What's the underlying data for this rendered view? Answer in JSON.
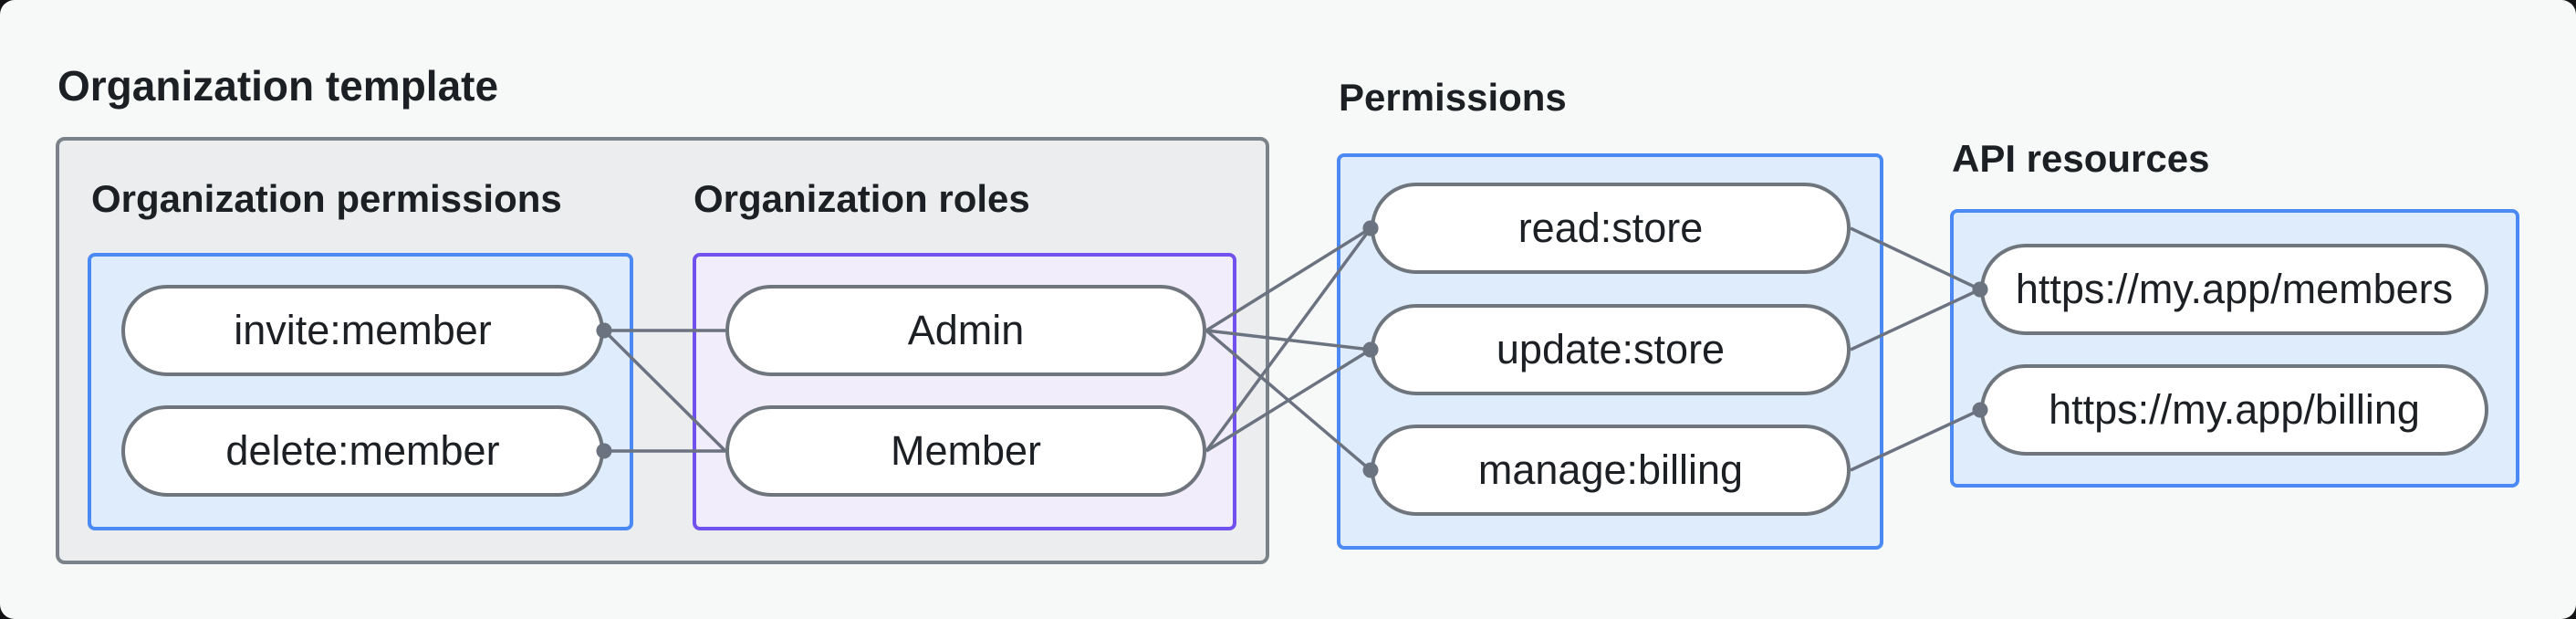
{
  "page": {
    "background": "#f7f8f8",
    "outside_background": "#131316"
  },
  "diagram": {
    "title": "Organization template",
    "colors": {
      "template_fill": "#ecedee",
      "template_border": "#7c828a",
      "blue_fill": "#dfecfb",
      "blue_border": "#4b8af5",
      "purple_fill": "#f2edfb",
      "purple_border": "#7152ee",
      "node_fill": "#ffffff",
      "node_border": "#6f757d",
      "edge": "#6b7280",
      "text": "#1c1f23"
    },
    "sections": {
      "org_permissions": {
        "heading": "Organization permissions",
        "nodes": [
          {
            "id": "invite:member",
            "label": "invite:member"
          },
          {
            "id": "delete:member",
            "label": "delete:member"
          }
        ]
      },
      "org_roles": {
        "heading": "Organization roles",
        "nodes": [
          {
            "id": "Admin",
            "label": "Admin"
          },
          {
            "id": "Member",
            "label": "Member"
          }
        ]
      },
      "permissions": {
        "heading": "Permissions",
        "nodes": [
          {
            "id": "read:store",
            "label": "read:store"
          },
          {
            "id": "update:store",
            "label": "update:store"
          },
          {
            "id": "manage:billing",
            "label": "manage:billing"
          }
        ]
      },
      "api_resources": {
        "heading": "API resources",
        "nodes": [
          {
            "id": "https://my.app/members",
            "label": "https://my.app/members"
          },
          {
            "id": "https://my.app/billing",
            "label": "https://my.app/billing"
          }
        ]
      }
    },
    "edges": [
      {
        "from": "invite:member",
        "to": "Admin",
        "dot": "from"
      },
      {
        "from": "invite:member",
        "to": "Member",
        "dot": "from"
      },
      {
        "from": "delete:member",
        "to": "Member",
        "dot": "from"
      },
      {
        "from": "Admin",
        "to": "read:store",
        "dot": "to"
      },
      {
        "from": "Admin",
        "to": "update:store",
        "dot": "to"
      },
      {
        "from": "Admin",
        "to": "manage:billing",
        "dot": "to"
      },
      {
        "from": "Member",
        "to": "read:store",
        "dot": "to"
      },
      {
        "from": "Member",
        "to": "update:store",
        "dot": "to"
      },
      {
        "from": "read:store",
        "to": "https://my.app/members",
        "dot": "to"
      },
      {
        "from": "update:store",
        "to": "https://my.app/members",
        "dot": "to"
      },
      {
        "from": "manage:billing",
        "to": "https://my.app/billing",
        "dot": "to"
      }
    ],
    "edge_style": {
      "line_width": 3.5,
      "dot_radius": 8.5
    }
  }
}
